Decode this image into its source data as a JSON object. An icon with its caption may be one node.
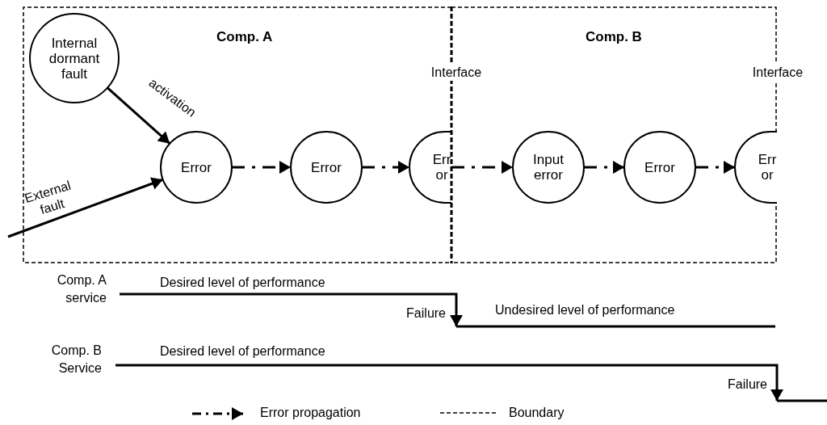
{
  "diagram": {
    "nodes": [
      {
        "text": [
          "Comp. A"
        ]
      },
      {
        "text": [
          "Comp. B"
        ]
      },
      {
        "text": [
          "Internal dormant fault"
        ],
        "in": 0
      },
      {
        "text": [
          "Error"
        ],
        "in": 0
      },
      {
        "text": [
          "Error"
        ],
        "in": 0
      },
      {
        "text": [
          "Err or"
        ],
        "in": 0
      },
      {
        "text": [
          "Input error"
        ],
        "in": 1
      },
      {
        "text": [
          "Error"
        ],
        "in": 1
      },
      {
        "text": [
          "Err or"
        ],
        "in": 1
      }
    ],
    "edges": [
      {
        "from": 2,
        "to": 3,
        "arrow": "to",
        "label": "activation"
      },
      {
        "from": null,
        "to": 3,
        "arrow": "to",
        "label": "External fault"
      },
      {
        "from": 3,
        "to": 4,
        "arrow": "to",
        "style": "dashed"
      },
      {
        "from": 4,
        "to": 5,
        "arrow": "to",
        "style": "dashed"
      },
      {
        "from": 5,
        "to": 6,
        "arrow": "to",
        "style": "dashed"
      },
      {
        "from": 6,
        "to": 7,
        "arrow": "to",
        "style": "dashed"
      },
      {
        "from": 7,
        "to": 8,
        "arrow": "to",
        "style": "dashed"
      }
    ],
    "labels": [
      "Interface",
      "Interface",
      "Comp. A service",
      "Desired level of performance",
      "Failure",
      "Undesired level of performance",
      "Comp. B Service",
      "Desired level of performance",
      "Failure"
    ],
    "legend": [
      {
        "text": "Error propagation"
      },
      {
        "text": "Boundary"
      }
    ]
  }
}
